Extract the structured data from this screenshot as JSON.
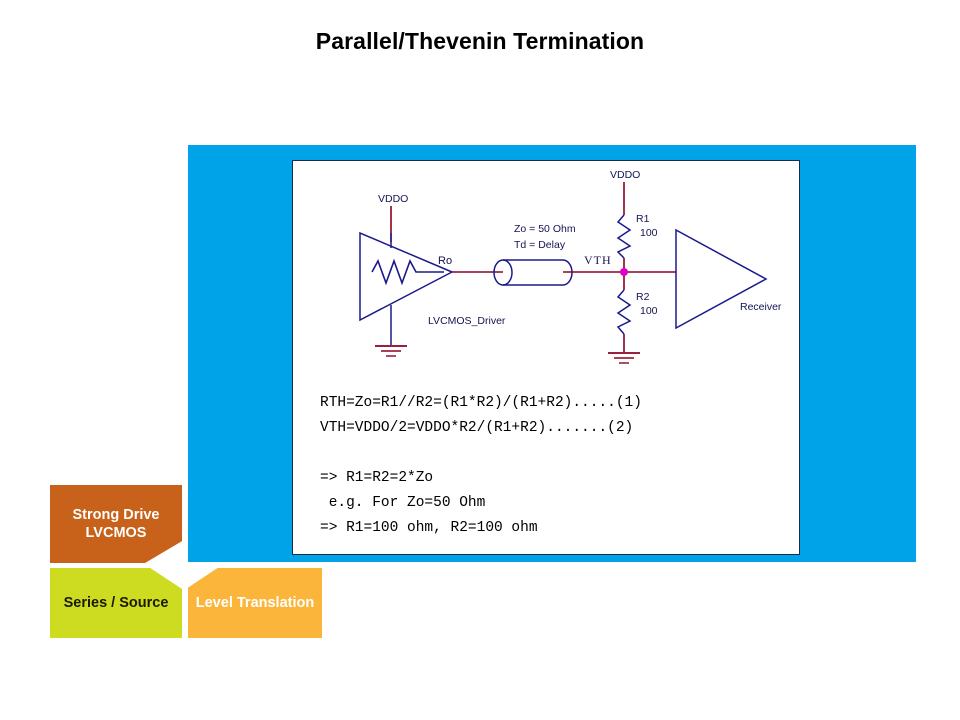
{
  "slide": {
    "title": "Parallel/Thevenin Termination",
    "background_color": "#ffffff",
    "panel_color": "#00a2e8",
    "card_color": "#ffffff"
  },
  "circuit": {
    "labels": {
      "driver_vddo": "VDDO",
      "driver_name": "LVCMOS_Driver",
      "driver_output_resistance": "Ro",
      "tline_impedance": "Zo = 50 Ohm",
      "tline_delay": "Td = Delay",
      "node_vth": "VTH",
      "term_vddo": "VDDO",
      "r1_name": "R1",
      "r1_value": "100",
      "r2_name": "R2",
      "r2_value": "100",
      "receiver_name": "Receiver"
    },
    "colors": {
      "wire": "#8b0020",
      "component": "#1a1a8c",
      "text": "#141452",
      "junction": "#e000c8"
    }
  },
  "formulas": {
    "lines": [
      "RTH=Zo=R1//R2=(R1*R2)/(R1+R2).....(1)",
      "VTH=VDDO/2=VDDO*R2/(R1+R2).......(2)",
      "",
      "=> R1=R2=2*Zo",
      " e.g. For Zo=50 Ohm",
      "=> R1=100 ohm, R2=100 ohm"
    ]
  },
  "nav": {
    "tiles": [
      {
        "label": "Strong Drive\nLVCMOS",
        "color": "#c8621a",
        "text_color": "#ffffff"
      },
      {
        "label": "Series / Source",
        "color": "#cddc20",
        "text_color": "#1a1a00"
      },
      {
        "label": "Level Translation",
        "color": "#fcb53b",
        "text_color": "#ffffff"
      }
    ],
    "strong_drive_line1": "Strong Drive",
    "strong_drive_line2": "LVCMOS",
    "series_source": "Series / Source",
    "level_translation": "Level Translation"
  }
}
